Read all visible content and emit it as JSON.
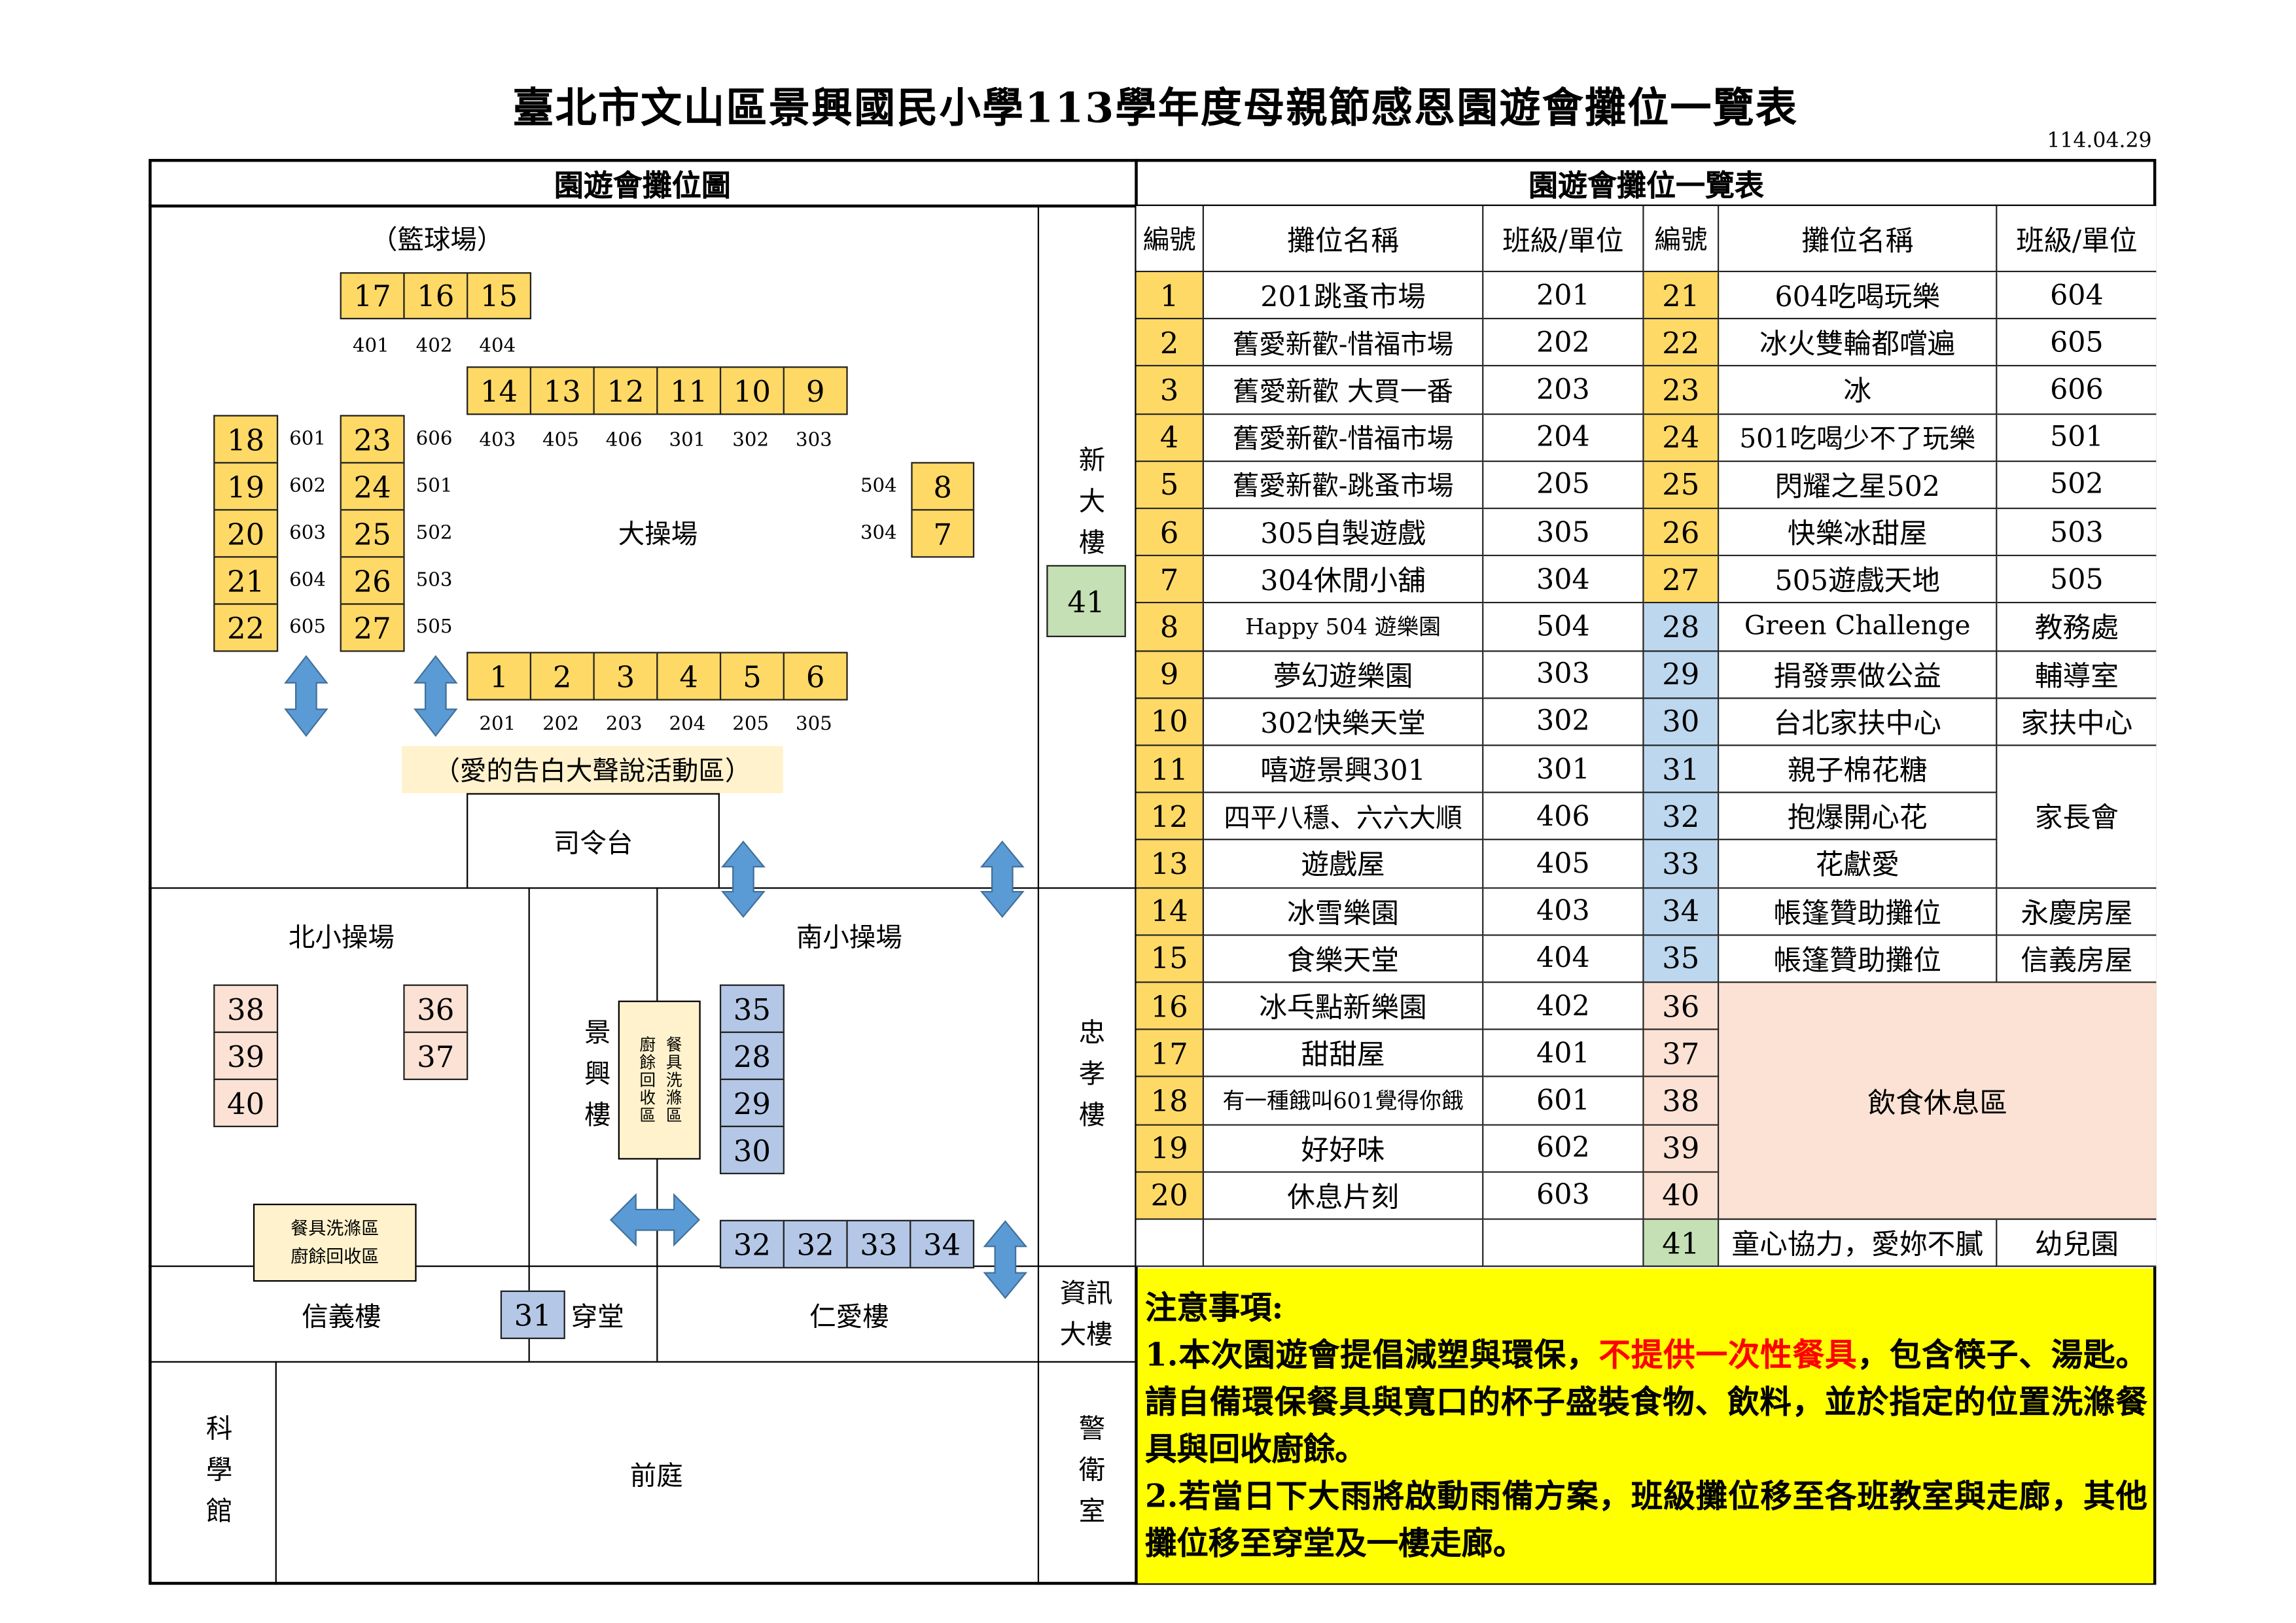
{
  "title": "臺北市文山區景興國民小學113學年度母親節感恩園遊會攤位一覽表",
  "date": "114.04.29",
  "colors": {
    "yellow": "#ffd966",
    "table_blue": "#bdd7ee",
    "map_blue": "#b4c7e7",
    "pink": "#fbe2d5",
    "green": "#c5e0b4",
    "zone_bg": "#fff2cc",
    "note_bg": "#ffff00",
    "note_red": "#ff0000",
    "arrow": "#5b9bd5"
  },
  "map": {
    "header": "園遊會攤位圖",
    "labels": {
      "basketball": "（籃球場）",
      "big_field": "大操場",
      "new_building": "新大樓",
      "love_zone": "（愛的告白大聲說活動區）",
      "stage": "司令台",
      "north_field": "北小操場",
      "south_field": "南小操場",
      "jingxing_building": "景興樓",
      "zhongxiao_building": "忠孝樓",
      "xinyi_building": "信義樓",
      "hallway": "穿堂",
      "renai_building": "仁愛樓",
      "info_building_1": "資訊",
      "info_building_2": "大樓",
      "science_hall": "科學館",
      "front_yard": "前庭",
      "guard_room": "警衛室",
      "wash_area": "餐具洗滌區",
      "food_waste": "廚餘回收區"
    },
    "booth_groups": [
      {
        "name": "basketball-row",
        "color": "yellow",
        "items": [
          [
            "17",
            "401"
          ],
          [
            "16",
            "402"
          ],
          [
            "15",
            "404"
          ]
        ]
      },
      {
        "name": "top-row",
        "color": "yellow",
        "items": [
          [
            "14",
            "403"
          ],
          [
            "13",
            "405"
          ],
          [
            "12",
            "406"
          ],
          [
            "11",
            "301"
          ],
          [
            "10",
            "302"
          ],
          [
            "9",
            "303"
          ]
        ]
      },
      {
        "name": "left-column",
        "color": "yellow",
        "items": [
          [
            "18",
            "601"
          ],
          [
            "19",
            "602"
          ],
          [
            "20",
            "603"
          ],
          [
            "21",
            "604"
          ],
          [
            "22",
            "605"
          ]
        ]
      },
      {
        "name": "second-column",
        "color": "yellow",
        "items": [
          [
            "23",
            "606"
          ],
          [
            "24",
            "501"
          ],
          [
            "25",
            "502"
          ],
          [
            "26",
            "503"
          ],
          [
            "27",
            "505"
          ]
        ]
      },
      {
        "name": "right-column",
        "color": "yellow",
        "items": [
          [
            "8",
            "504"
          ],
          [
            "7",
            "304"
          ]
        ]
      },
      {
        "name": "bottom-row",
        "color": "yellow",
        "items": [
          [
            "1",
            "201"
          ],
          [
            "2",
            "202"
          ],
          [
            "3",
            "203"
          ],
          [
            "4",
            "204"
          ],
          [
            "5",
            "205"
          ],
          [
            "6",
            "305"
          ]
        ]
      },
      {
        "name": "new-building",
        "color": "green",
        "items": [
          [
            "41",
            ""
          ]
        ]
      },
      {
        "name": "north-left",
        "color": "pink",
        "items": [
          [
            "38",
            ""
          ],
          [
            "39",
            ""
          ],
          [
            "40",
            ""
          ]
        ]
      },
      {
        "name": "north-right",
        "color": "pink",
        "items": [
          [
            "36",
            ""
          ],
          [
            "37",
            ""
          ]
        ]
      },
      {
        "name": "south-column",
        "color": "map_blue",
        "items": [
          [
            "35",
            ""
          ],
          [
            "28",
            ""
          ],
          [
            "29",
            ""
          ],
          [
            "30",
            ""
          ]
        ]
      },
      {
        "name": "south-row",
        "color": "map_blue",
        "items": [
          [
            "32",
            ""
          ],
          [
            "32",
            ""
          ],
          [
            "33",
            ""
          ],
          [
            "34",
            ""
          ]
        ]
      },
      {
        "name": "hallway",
        "color": "map_blue",
        "items": [
          [
            "31",
            ""
          ]
        ]
      }
    ]
  },
  "table": {
    "header": "園遊會攤位一覽表",
    "columns": [
      "編號",
      "攤位名稱",
      "班級/單位"
    ],
    "left": [
      {
        "no": "1",
        "name": "201跳蚤市場",
        "unit": "201"
      },
      {
        "no": "2",
        "name": "舊愛新歡-惜福市場",
        "unit": "202"
      },
      {
        "no": "3",
        "name": "舊愛新歡 大買一番",
        "unit": "203"
      },
      {
        "no": "4",
        "name": "舊愛新歡-惜福市場",
        "unit": "204"
      },
      {
        "no": "5",
        "name": "舊愛新歡-跳蚤市場",
        "unit": "205"
      },
      {
        "no": "6",
        "name": "305自製遊戲",
        "unit": "305"
      },
      {
        "no": "7",
        "name": "304休閒小舖",
        "unit": "304"
      },
      {
        "no": "8",
        "name": "Happy 504 遊樂園",
        "unit": "504"
      },
      {
        "no": "9",
        "name": "夢幻遊樂園",
        "unit": "303"
      },
      {
        "no": "10",
        "name": "302快樂天堂",
        "unit": "302"
      },
      {
        "no": "11",
        "name": "嘻遊景興301",
        "unit": "301"
      },
      {
        "no": "12",
        "name": "四平八穩、六六大順",
        "unit": "406"
      },
      {
        "no": "13",
        "name": "遊戲屋",
        "unit": "405"
      },
      {
        "no": "14",
        "name": "冰雪樂園",
        "unit": "403"
      },
      {
        "no": "15",
        "name": "食樂天堂",
        "unit": "404"
      },
      {
        "no": "16",
        "name": "冰乓點新樂園",
        "unit": "402"
      },
      {
        "no": "17",
        "name": "甜甜屋",
        "unit": "401"
      },
      {
        "no": "18",
        "name": "有一種餓叫601覺得你餓",
        "unit": "601"
      },
      {
        "no": "19",
        "name": "好好味",
        "unit": "602"
      },
      {
        "no": "20",
        "name": "休息片刻",
        "unit": "603"
      },
      {
        "no": "",
        "name": "",
        "unit": ""
      }
    ],
    "right": [
      {
        "no": "21",
        "name": "604吃喝玩樂",
        "unit": "604",
        "color": "yellow"
      },
      {
        "no": "22",
        "name": "冰火雙輪都嚐遍",
        "unit": "605",
        "color": "yellow"
      },
      {
        "no": "23",
        "name": "冰",
        "unit": "606",
        "color": "yellow"
      },
      {
        "no": "24",
        "name": "501吃喝少不了玩樂",
        "unit": "501",
        "color": "yellow"
      },
      {
        "no": "25",
        "name": "閃耀之星502",
        "unit": "502",
        "color": "yellow"
      },
      {
        "no": "26",
        "name": "快樂冰甜屋",
        "unit": "503",
        "color": "yellow"
      },
      {
        "no": "27",
        "name": "505遊戲天地",
        "unit": "505",
        "color": "yellow"
      },
      {
        "no": "28",
        "name": "Green Challenge",
        "unit": "教務處",
        "color": "table_blue"
      },
      {
        "no": "29",
        "name": "捐發票做公益",
        "unit": "輔導室",
        "color": "table_blue"
      },
      {
        "no": "30",
        "name": "台北家扶中心",
        "unit": "家扶中心",
        "color": "table_blue"
      },
      {
        "no": "31",
        "name": "親子棉花糖",
        "color": "table_blue"
      },
      {
        "no": "32",
        "name": "抱爆開心花",
        "color": "table_blue"
      },
      {
        "no": "33",
        "name": "花獻愛",
        "color": "table_blue"
      },
      {
        "no": "34",
        "name": "帳篷贊助攤位",
        "unit": "永慶房屋",
        "color": "table_blue"
      },
      {
        "no": "35",
        "name": "帳篷贊助攤位",
        "unit": "信義房屋",
        "color": "table_blue"
      },
      {
        "no": "36",
        "color": "pink"
      },
      {
        "no": "37",
        "color": "pink"
      },
      {
        "no": "38",
        "color": "pink"
      },
      {
        "no": "39",
        "color": "pink"
      },
      {
        "no": "40",
        "color": "pink"
      },
      {
        "no": "41",
        "name": "童心協力，愛妳不膩",
        "unit": "幼兒園",
        "color": "green"
      }
    ],
    "parents_unit": "家長會",
    "food_area": "飲食休息區"
  },
  "notes": {
    "title": "注意事項:",
    "item1_a": "1.本次園遊會提倡減塑與環保，",
    "item1_red": "不提供一次性餐具",
    "item1_b": "，包含筷子、湯匙。請自備環保餐具與寬口的杯子盛裝食物、飲料，並於指定的位置洗滌餐具與回收廚餘。",
    "item2": "2.若當日下大雨將啟動雨備方案，班級攤位移至各班教室與走廊，其他攤位移至穿堂及一樓走廊。"
  }
}
